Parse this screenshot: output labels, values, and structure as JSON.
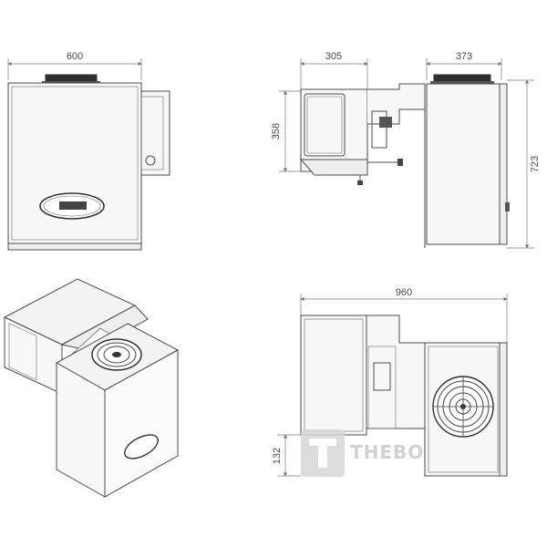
{
  "dimensions": {
    "front_width": "600",
    "side_depth": "305",
    "side_height": "358",
    "right_width": "373",
    "right_height": "723",
    "bottom_width": "960",
    "bottom_offset": "132"
  },
  "watermark": {
    "text": "THEBO"
  },
  "colors": {
    "line": "#4d4d4d",
    "dimension": "#777777",
    "watermark": "#c9c9c9"
  }
}
